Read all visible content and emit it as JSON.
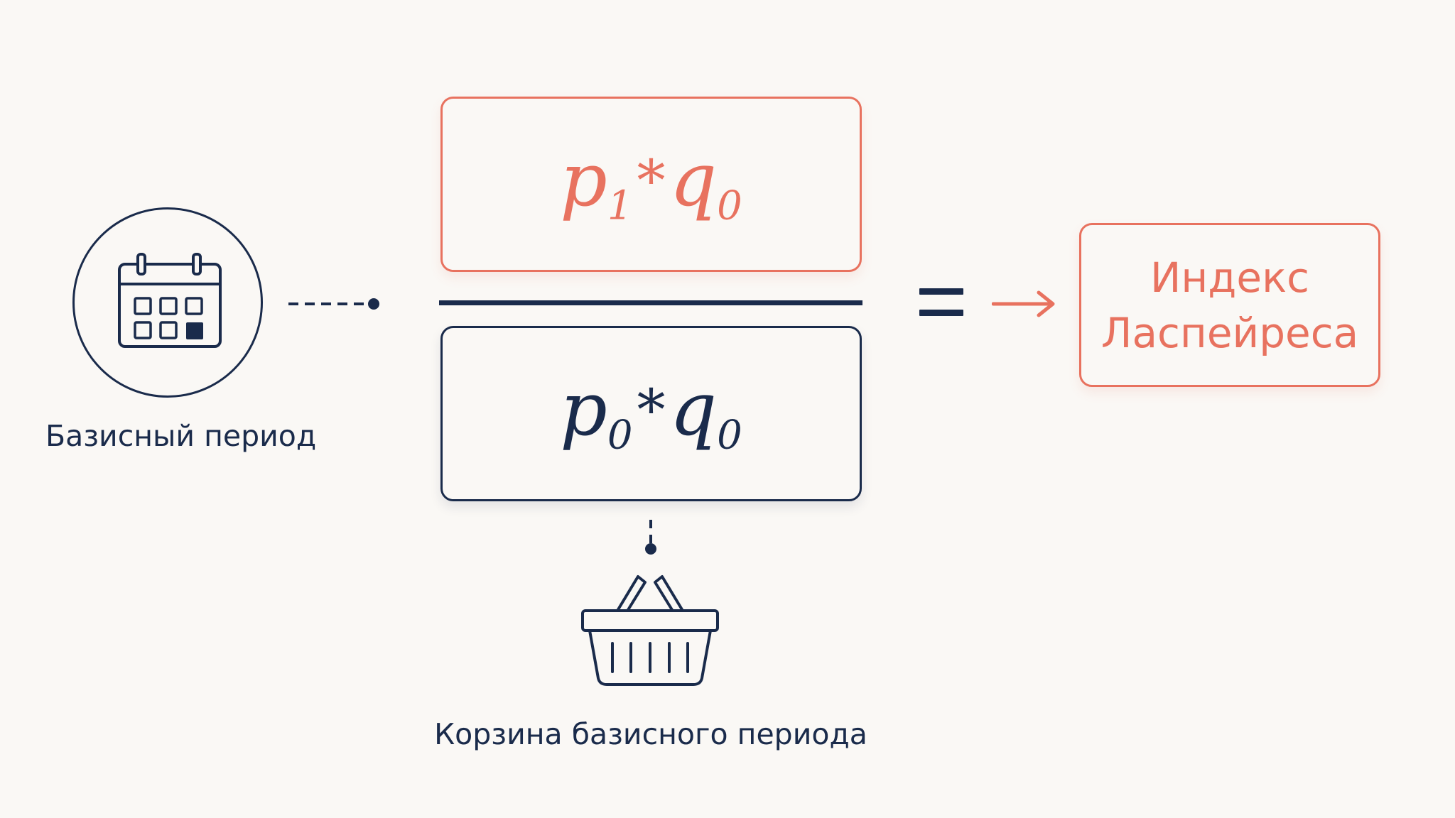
{
  "nodes": {
    "base_period": {
      "label": "Базисный период",
      "icon": "calendar-icon"
    },
    "basket": {
      "label": "Корзина базисного периода",
      "icon": "basket-icon"
    },
    "result": {
      "line1": "Индекс",
      "line2": "Ласпейреса"
    }
  },
  "formula": {
    "numerator": {
      "p": "p",
      "p_sub": "1",
      "op": "*",
      "q": "q",
      "q_sub": "0"
    },
    "denominator": {
      "p": "p",
      "p_sub": "0",
      "op": "*",
      "q": "q",
      "q_sub": "0"
    }
  },
  "colors": {
    "accent": "#e8725f",
    "primary": "#1a2b4b",
    "background": "#faf8f5"
  }
}
